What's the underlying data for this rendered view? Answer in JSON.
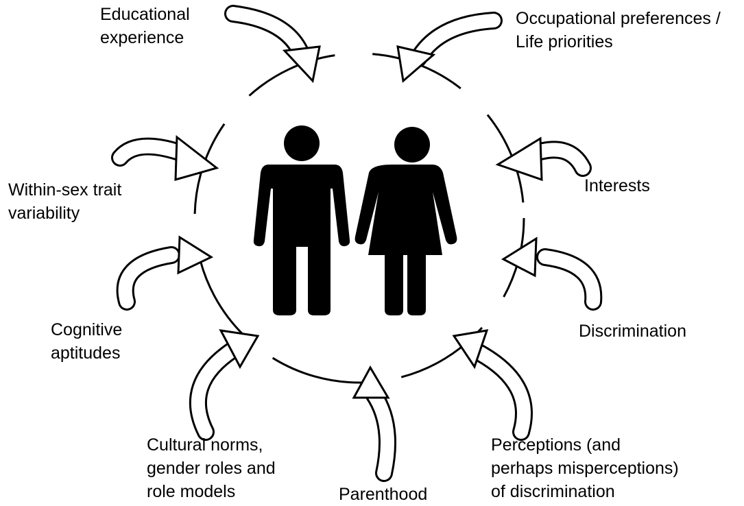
{
  "diagram": {
    "center_icons": [
      "male-person-icon",
      "female-person-icon"
    ],
    "factors": [
      {
        "id": "educational-experience",
        "lines": [
          "Educational",
          "experience"
        ]
      },
      {
        "id": "occupational-preferences",
        "lines": [
          "Occupational preferences /",
          "Life priorities"
        ]
      },
      {
        "id": "interests",
        "lines": [
          "Interests"
        ]
      },
      {
        "id": "within-sex-trait-variability",
        "lines": [
          "Within-sex trait",
          "variability"
        ]
      },
      {
        "id": "cognitive-aptitudes",
        "lines": [
          "Cognitive",
          "aptitudes"
        ]
      },
      {
        "id": "discrimination",
        "lines": [
          "Discrimination"
        ]
      },
      {
        "id": "cultural-norms",
        "lines": [
          "Cultural norms,",
          "gender roles and",
          "role models"
        ]
      },
      {
        "id": "parenthood",
        "lines": [
          "Parenthood"
        ]
      },
      {
        "id": "perceptions-of-discrimination",
        "lines": [
          "Perceptions (and",
          "perhaps misperceptions)",
          "of discrimination"
        ]
      }
    ],
    "colors": {
      "ink": "#000000",
      "paper": "#ffffff"
    }
  }
}
